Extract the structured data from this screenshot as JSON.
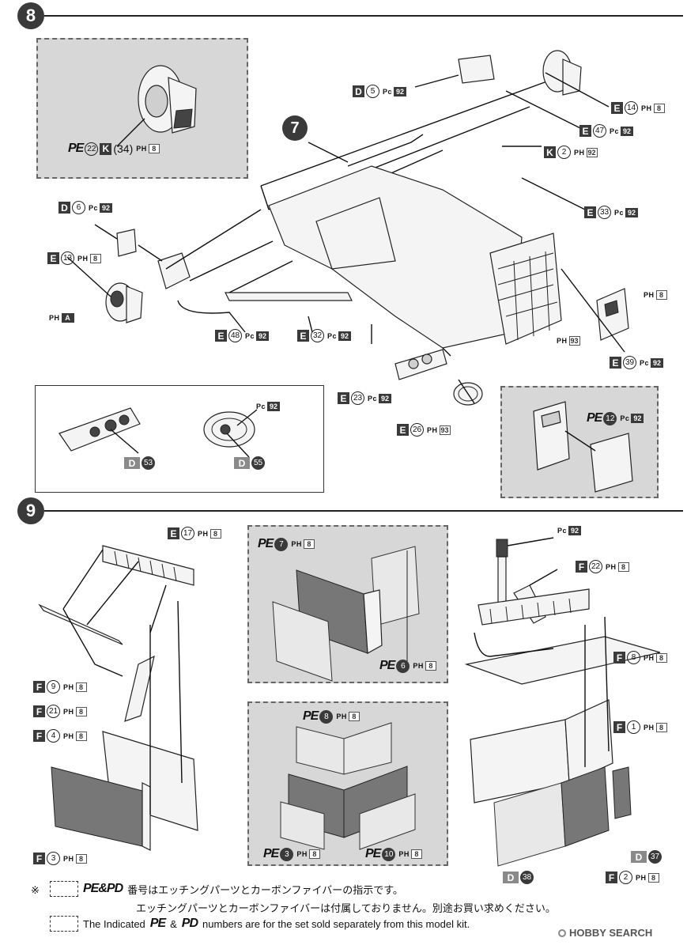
{
  "step8": {
    "number": "8"
  },
  "step9": {
    "number": "9"
  },
  "sub7": "7",
  "codes": {
    "pc": "Pc",
    "ph": "PH",
    "ph_a": "A",
    "pc92": "92",
    "ph8": "8",
    "ph93": "93"
  },
  "labels8": {
    "pe22": {
      "pe": "PE",
      "num": "22",
      "k": "K",
      "paren": "(34)",
      "ph": "8"
    },
    "d5": {
      "letter": "D",
      "num": "5",
      "pc": "92"
    },
    "e14": {
      "letter": "E",
      "num": "14",
      "ph": "8"
    },
    "e47": {
      "letter": "E",
      "num": "47",
      "pc": "92"
    },
    "k2": {
      "letter": "K",
      "num": "2",
      "ph": "92"
    },
    "e33": {
      "letter": "E",
      "num": "33",
      "pc": "92"
    },
    "d6": {
      "letter": "D",
      "num": "6",
      "pc": "92"
    },
    "e13": {
      "letter": "E",
      "num": "13",
      "ph": "8"
    },
    "pha": {
      "ph": "A"
    },
    "e48": {
      "letter": "E",
      "num": "48",
      "pc": "92"
    },
    "e32": {
      "letter": "E",
      "num": "32",
      "pc": "92"
    },
    "ph8_right": {
      "ph": "8"
    },
    "ph93": {
      "ph": "93"
    },
    "e39": {
      "letter": "E",
      "num": "39",
      "pc": "92"
    },
    "e23": {
      "letter": "E",
      "num": "23",
      "pc": "92"
    },
    "e26": {
      "letter": "E",
      "num": "26",
      "ph": "93"
    },
    "d53": {
      "letter": "D",
      "num": "53"
    },
    "d55": {
      "letter": "D",
      "num": "55",
      "pc": "92"
    },
    "pe12": {
      "pe": "PE",
      "num": "12",
      "pc": "92"
    }
  },
  "labels9": {
    "e17": {
      "letter": "E",
      "num": "17",
      "ph": "8"
    },
    "f9": {
      "letter": "F",
      "num": "9",
      "ph": "8"
    },
    "f21": {
      "letter": "F",
      "num": "21",
      "ph": "8"
    },
    "f4": {
      "letter": "F",
      "num": "4",
      "ph": "8"
    },
    "f3": {
      "letter": "F",
      "num": "3",
      "ph": "8"
    },
    "pe7": {
      "pe": "PE",
      "num": "7",
      "ph": "8"
    },
    "pe6": {
      "pe": "PE",
      "num": "6",
      "ph": "8"
    },
    "pe8": {
      "pe": "PE",
      "num": "8",
      "ph": "8"
    },
    "pe3": {
      "pe": "PE",
      "num": "3",
      "ph": "8"
    },
    "pe10": {
      "pe": "PE",
      "num": "10",
      "ph": "8"
    },
    "pc92_r": {
      "pc": "92"
    },
    "f22": {
      "letter": "F",
      "num": "22",
      "ph": "8"
    },
    "f8": {
      "letter": "F",
      "num": "8",
      "ph": "8"
    },
    "f1": {
      "letter": "F",
      "num": "1",
      "ph": "8"
    },
    "d37": {
      "letter": "D",
      "num": "37"
    },
    "d38": {
      "letter": "D",
      "num": "38"
    },
    "f2": {
      "letter": "F",
      "num": "2",
      "ph": "8"
    }
  },
  "footer": {
    "mark": "※",
    "pe_pd": "PE&PD",
    "jp_line1": "番号はエッチングパーツとカーボンファイバーの指示です。",
    "jp_line2": "エッチングパーツとカーボンファイバーは付属しておりません。別途お買い求めください。",
    "en_prefix": "The Indicated",
    "en_pe": "PE",
    "en_amp": "&",
    "en_pd": "PD",
    "en_suffix": "numbers are for the set sold separately from this model kit.",
    "watermark": "HOBBY SEARCH"
  }
}
